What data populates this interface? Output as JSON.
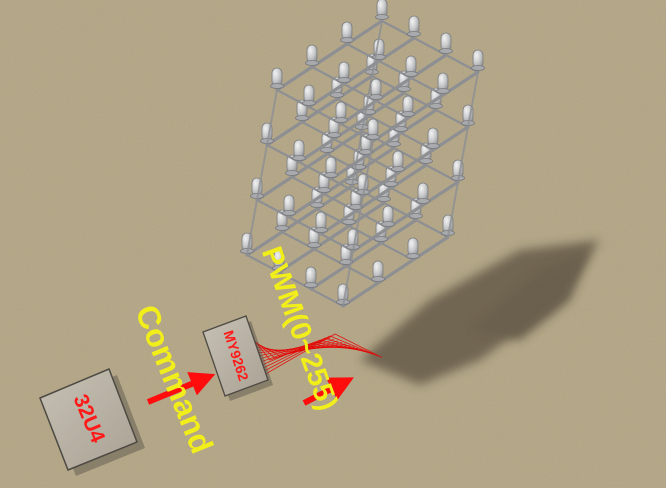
{
  "diagram": {
    "chips": [
      {
        "id": "mcu",
        "label": "32U4"
      },
      {
        "id": "driver",
        "label": "MY9262"
      }
    ],
    "arrows": [
      {
        "id": "command",
        "label": "Command",
        "from": "mcu",
        "to": "driver"
      },
      {
        "id": "pwm",
        "label": "PWM(0~255)",
        "from": "driver",
        "to": "led-cube"
      }
    ],
    "led_cube": {
      "layers": 4,
      "leds_per_side": 4
    },
    "colors": {
      "background": "#b8ab8c",
      "chip_fill": "#b9b2a5",
      "chip_label": "#ff1a1a",
      "arrow": "#ff0d0d",
      "annotation": "#f2ee1a",
      "wire": "#e60000",
      "frame": "#8d8f93",
      "led": "#c6c7c9"
    }
  }
}
